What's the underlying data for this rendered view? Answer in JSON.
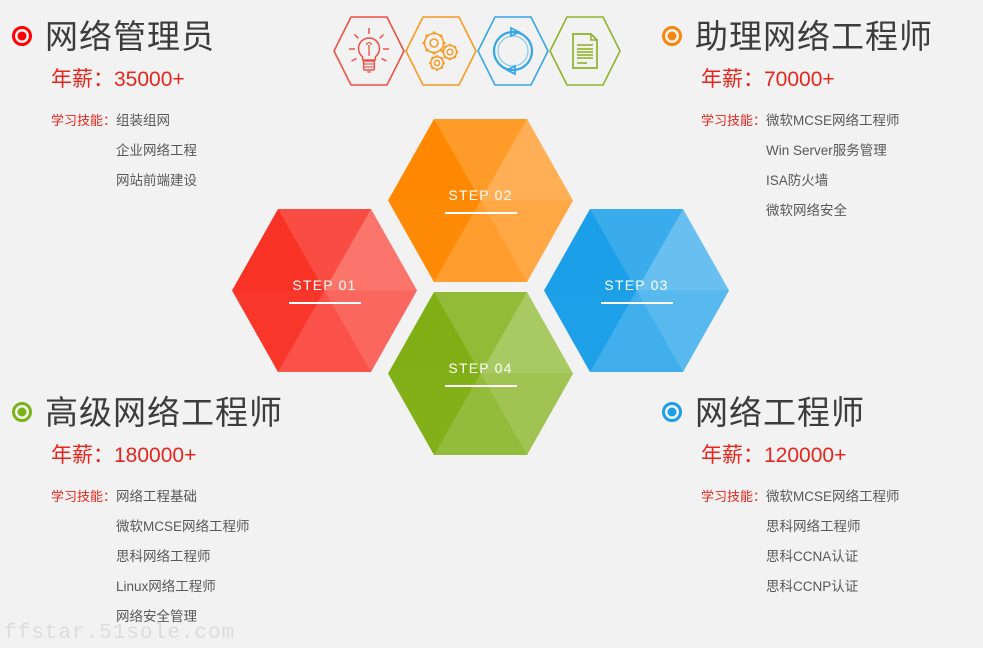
{
  "background_color": "#f2f2f2",
  "watermark": "ffstar.51sole.com",
  "icons": [
    {
      "name": "lightbulb-icon",
      "color": "#ee4f45",
      "label": "lightbulb"
    },
    {
      "name": "gears-icon",
      "color": "#f59a23",
      "label": "gears"
    },
    {
      "name": "refresh-cycle-icon",
      "color": "#34a6e6",
      "label": "refresh-cycle"
    },
    {
      "name": "document-icon",
      "color": "#8fb22a",
      "label": "document"
    }
  ],
  "steps": [
    {
      "id": "step-01",
      "label": "STEP  01",
      "color_dark": "#f93226",
      "color_light": "#fc8078"
    },
    {
      "id": "step-02",
      "label": "STEP  02",
      "color_dark": "#ff8800",
      "color_light": "#ffb866"
    },
    {
      "id": "step-03",
      "label": "STEP  03",
      "color_dark": "#1a9fe8",
      "color_light": "#6ecbf5"
    },
    {
      "id": "step-04",
      "label": "STEP  04",
      "color_dark": "#7faf15",
      "color_light": "#a8cc6a"
    }
  ],
  "skills_label": "学习技能：",
  "roles": {
    "top_left": {
      "title": "网络管理员",
      "bullet_color": "#ff0000",
      "salary": "年薪：35000+",
      "skills_label": "学习技能：",
      "skills": [
        "组装组网",
        "企业网络工程",
        "网站前端建设"
      ]
    },
    "top_right": {
      "title": "助理网络工程师",
      "bullet_color": "#f5860f",
      "salary": "年薪：70000+",
      "skills_label": "学习技能：",
      "skills": [
        "微软MCSE网络工程师",
        "Win  Server服务管理",
        "ISA防火墙",
        "微软网络安全"
      ]
    },
    "bottom_left": {
      "title": "高级网络工程师",
      "bullet_color": "#7ab317",
      "salary": "年薪：180000+",
      "skills_label": "学习技能：",
      "skills": [
        "网络工程基础",
        "微软MCSE网络工程师",
        "思科网络工程师",
        "Linux网络工程师",
        "网络安全管理"
      ]
    },
    "bottom_right": {
      "title": "网络工程师",
      "bullet_color": "#1a9fe8",
      "salary": "年薪：120000+",
      "skills_label": "学习技能：",
      "skills": [
        "微软MCSE网络工程师",
        "思科网络工程师",
        "思科CCNA认证",
        "思科CCNP认证"
      ]
    }
  }
}
